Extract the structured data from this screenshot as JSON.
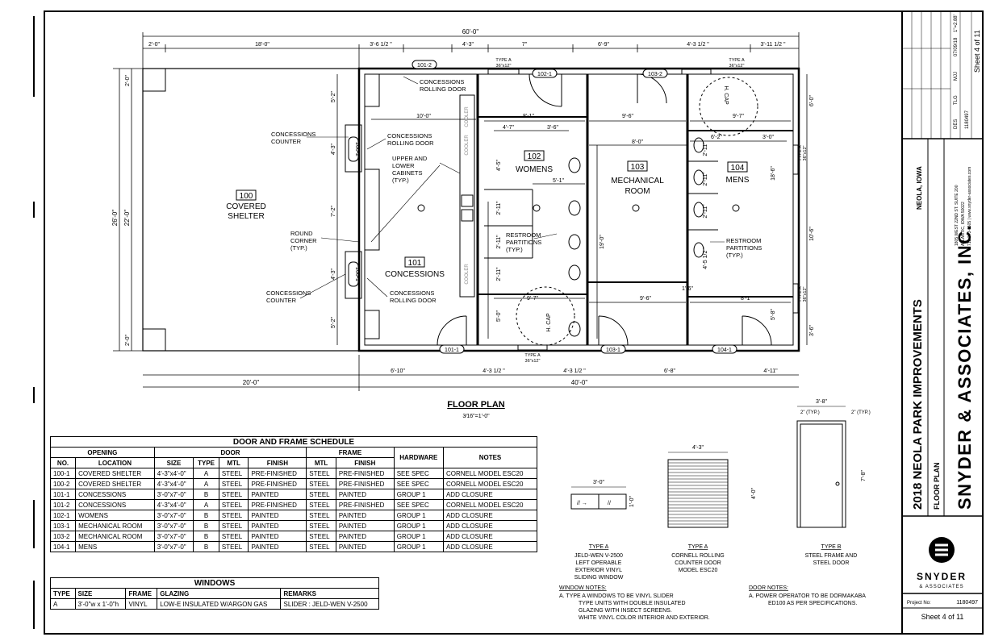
{
  "plan": {
    "overall_dim": "60'-0\"",
    "top_dims": [
      "2'-0\"",
      "18'-0\"",
      "3'-6 1/2 \"",
      "4'-3\"",
      "7\"",
      "6'-9\"",
      "4'-3 1/2 \"",
      "3'-11 1/2 \""
    ],
    "left_dims": [
      "26'-0\"",
      "22'-0\"",
      "2'-0\"",
      "2'-0\""
    ],
    "bottom_dims": [
      "20'-0\"",
      "40'-0\"",
      "6'-10\"",
      "4'-3 1/2 \"",
      "4'-3 1/2 \"",
      "6'-8\"",
      "4'-11\""
    ],
    "inner_dims": [
      "10'-0\"",
      "8'-1\"",
      "9'-6\"",
      "9'-7\"",
      "4'-7\"",
      "3'-6\"",
      "8'-0\"",
      "6'-2\"",
      "3'-0\"",
      "5'-1\"",
      "9'-7\"",
      "9'-6\"",
      "8'-1\"",
      "1'-6\"",
      "5'-2\"",
      "4'-3\"",
      "7'-2\"",
      "4'-3\"",
      "5'-2\"",
      "4'-5\"",
      "2'-11\"",
      "2'-11\"",
      "2'-11\"",
      "5'-0\"",
      "19'-0\"",
      "6'-0\"",
      "18'-6\"",
      "10'-6\"",
      "5'-8\"",
      "3'-6\"",
      "2'-11\"",
      "2'-11\"",
      "2'-11\"",
      "4'-5 1/2 \""
    ],
    "rooms": [
      {
        "num": "100",
        "name": "COVERED",
        "name2": "SHELTER"
      },
      {
        "num": "101",
        "name": "CONCESSIONS",
        "name2": ""
      },
      {
        "num": "102",
        "name": "WOMENS",
        "name2": ""
      },
      {
        "num": "103",
        "name": "MECHANICAL",
        "name2": "ROOM"
      },
      {
        "num": "104",
        "name": "MENS",
        "name2": ""
      }
    ],
    "tags": [
      "101-2",
      "102-1",
      "103-2",
      "100-2",
      "100-1",
      "101-1",
      "103-1",
      "104-1"
    ],
    "window_tag": "TYPE A",
    "window_size": "36\"x12\"",
    "hcap": "H. CAP",
    "cooler": "COOLER",
    "notes": {
      "rolling_door": "CONCESSIONS",
      "rolling_door2": "ROLLING DOOR",
      "counter": "CONCESSIONS",
      "counter2": "COUNTER",
      "cabinets": [
        "UPPER AND",
        "LOWER",
        "CABINETS",
        "(TYP.)"
      ],
      "round": [
        "ROUND",
        "CORNER",
        "(TYP.)"
      ],
      "partitions": [
        "RESTROOM",
        "PARTITIONS",
        "(TYP.)"
      ]
    },
    "title": "FLOOR PLAN",
    "scale": "3⁄16\"=1'-0\""
  },
  "door_schedule": {
    "title": "DOOR AND FRAME SCHEDULE",
    "groups": {
      "opening": "OPENING",
      "door": "DOOR",
      "frame": "FRAME",
      "hardware": "HARDWARE",
      "notes": "NOTES"
    },
    "columns": [
      "NO.",
      "LOCATION",
      "SIZE",
      "TYPE",
      "MTL",
      "FINISH",
      "MTL",
      "FINISH"
    ],
    "rows": [
      [
        "100-1",
        "COVERED SHELTER",
        "4'-3\"x4'-0\"",
        "A",
        "STEEL",
        "PRE-FINISHED",
        "STEEL",
        "PRE-FINISHED",
        "SEE SPEC",
        "CORNELL MODEL ESC20"
      ],
      [
        "100-2",
        "COVERED SHELTER",
        "4'-3\"x4'-0\"",
        "A",
        "STEEL",
        "PRE-FINISHED",
        "STEEL",
        "PRE-FINISHED",
        "SEE SPEC",
        "CORNELL MODEL ESC20"
      ],
      [
        "101-1",
        "CONCESSIONS",
        "3'-0\"x7'-0\"",
        "B",
        "STEEL",
        "PAINTED",
        "STEEL",
        "PAINTED",
        "GROUP 1",
        "ADD CLOSURE"
      ],
      [
        "101-2",
        "CONCESSIONS",
        "4'-3\"x4'-0\"",
        "A",
        "STEEL",
        "PRE-FINISHED",
        "STEEL",
        "PRE-FINISHED",
        "SEE SPEC",
        "CORNELL MODEL ESC20"
      ],
      [
        "102-1",
        "WOMENS",
        "3'-0\"x7'-0\"",
        "B",
        "STEEL",
        "PAINTED",
        "STEEL",
        "PAINTED",
        "GROUP 1",
        "ADD CLOSURE"
      ],
      [
        "103-1",
        "MECHANICAL ROOM",
        "3'-0\"x7'-0\"",
        "B",
        "STEEL",
        "PAINTED",
        "STEEL",
        "PAINTED",
        "GROUP 1",
        "ADD CLOSURE"
      ],
      [
        "103-2",
        "MECHANICAL ROOM",
        "3'-0\"x7'-0\"",
        "B",
        "STEEL",
        "PAINTED",
        "STEEL",
        "PAINTED",
        "GROUP 1",
        "ADD CLOSURE"
      ],
      [
        "104-1",
        "MENS",
        "3'-0\"x7'-0\"",
        "B",
        "STEEL",
        "PAINTED",
        "STEEL",
        "PAINTED",
        "GROUP 1",
        "ADD CLOSURE"
      ]
    ]
  },
  "windows": {
    "title": "WINDOWS",
    "columns": [
      "TYPE",
      "SIZE",
      "FRAME",
      "GLAZING",
      "REMARKS"
    ],
    "rows": [
      [
        "A",
        "3'-0\"w x 1'-0\"h",
        "VINYL",
        "LOW-E INSULATED W/ARGON GAS",
        "SLIDER : JELD-WEN V-2500"
      ]
    ]
  },
  "details": {
    "typeA_window": {
      "label": "TYPE A",
      "dim_w": "3'-0\"",
      "dim_h": "1'-0\"",
      "desc": [
        "JELD-WEN V-2500",
        "LEFT OPERABLE",
        "EXTERIOR VINYL",
        "SLIDING WINDOW"
      ]
    },
    "typeA_door": {
      "label": "TYPE A",
      "dim_w": "4'-3\"",
      "dim_h": "4'-0\"",
      "desc": [
        "CORNELL ROLLING",
        "COUNTER DOOR",
        "MODEL ESC20"
      ]
    },
    "typeB_door": {
      "label": "TYPE B",
      "dim_w": "3'-8\"",
      "dim_h": "7'-8\"",
      "typ_l": "2\" (TYP.)",
      "typ_r": "2\" (TYP.)",
      "desc": [
        "STEEL FRAME AND",
        "STEEL DOOR"
      ]
    }
  },
  "window_notes": {
    "title": "WINDOW NOTES:",
    "items": [
      "A.    TYPE A WINDOWS TO BE VINYL SLIDER",
      "TYPE UNITS WITH DOUBLE INSULATED",
      "GLAZING WITH INSECT SCREENS.",
      "WHITE VINYL COLOR INTERIOR AND EXTERIOR."
    ]
  },
  "door_notes": {
    "title": "DOOR NOTES:",
    "items": [
      "A.    POWER OPERATOR TO BE DORMAKABA",
      "ED100 AS PER SPECIFICATIONS."
    ]
  },
  "title_block": {
    "project": "2018 NEOLA PARK IMPROVEMENTS",
    "location": "NEOLA, IOWA",
    "drawing": "FLOOR PLAN",
    "firm": "SNYDER & ASSOCIATES, INC.",
    "address1": "1805 WEST 22ND ST. SUITE 200",
    "address2": "ATLANTIC, IOWA 50022",
    "address3": "712-243-6505 | www.snyder-associates.com",
    "logo_name": "SNYDER",
    "logo_sub": "& ASSOCIATES",
    "project_no_label": "Project No:",
    "project_no": "1180497",
    "sheet": "Sheet  4  of 11",
    "rev_cells": [
      "DES",
      "TLG",
      "MJJ",
      "07/09/18",
      "1\"=2.88'"
    ]
  }
}
